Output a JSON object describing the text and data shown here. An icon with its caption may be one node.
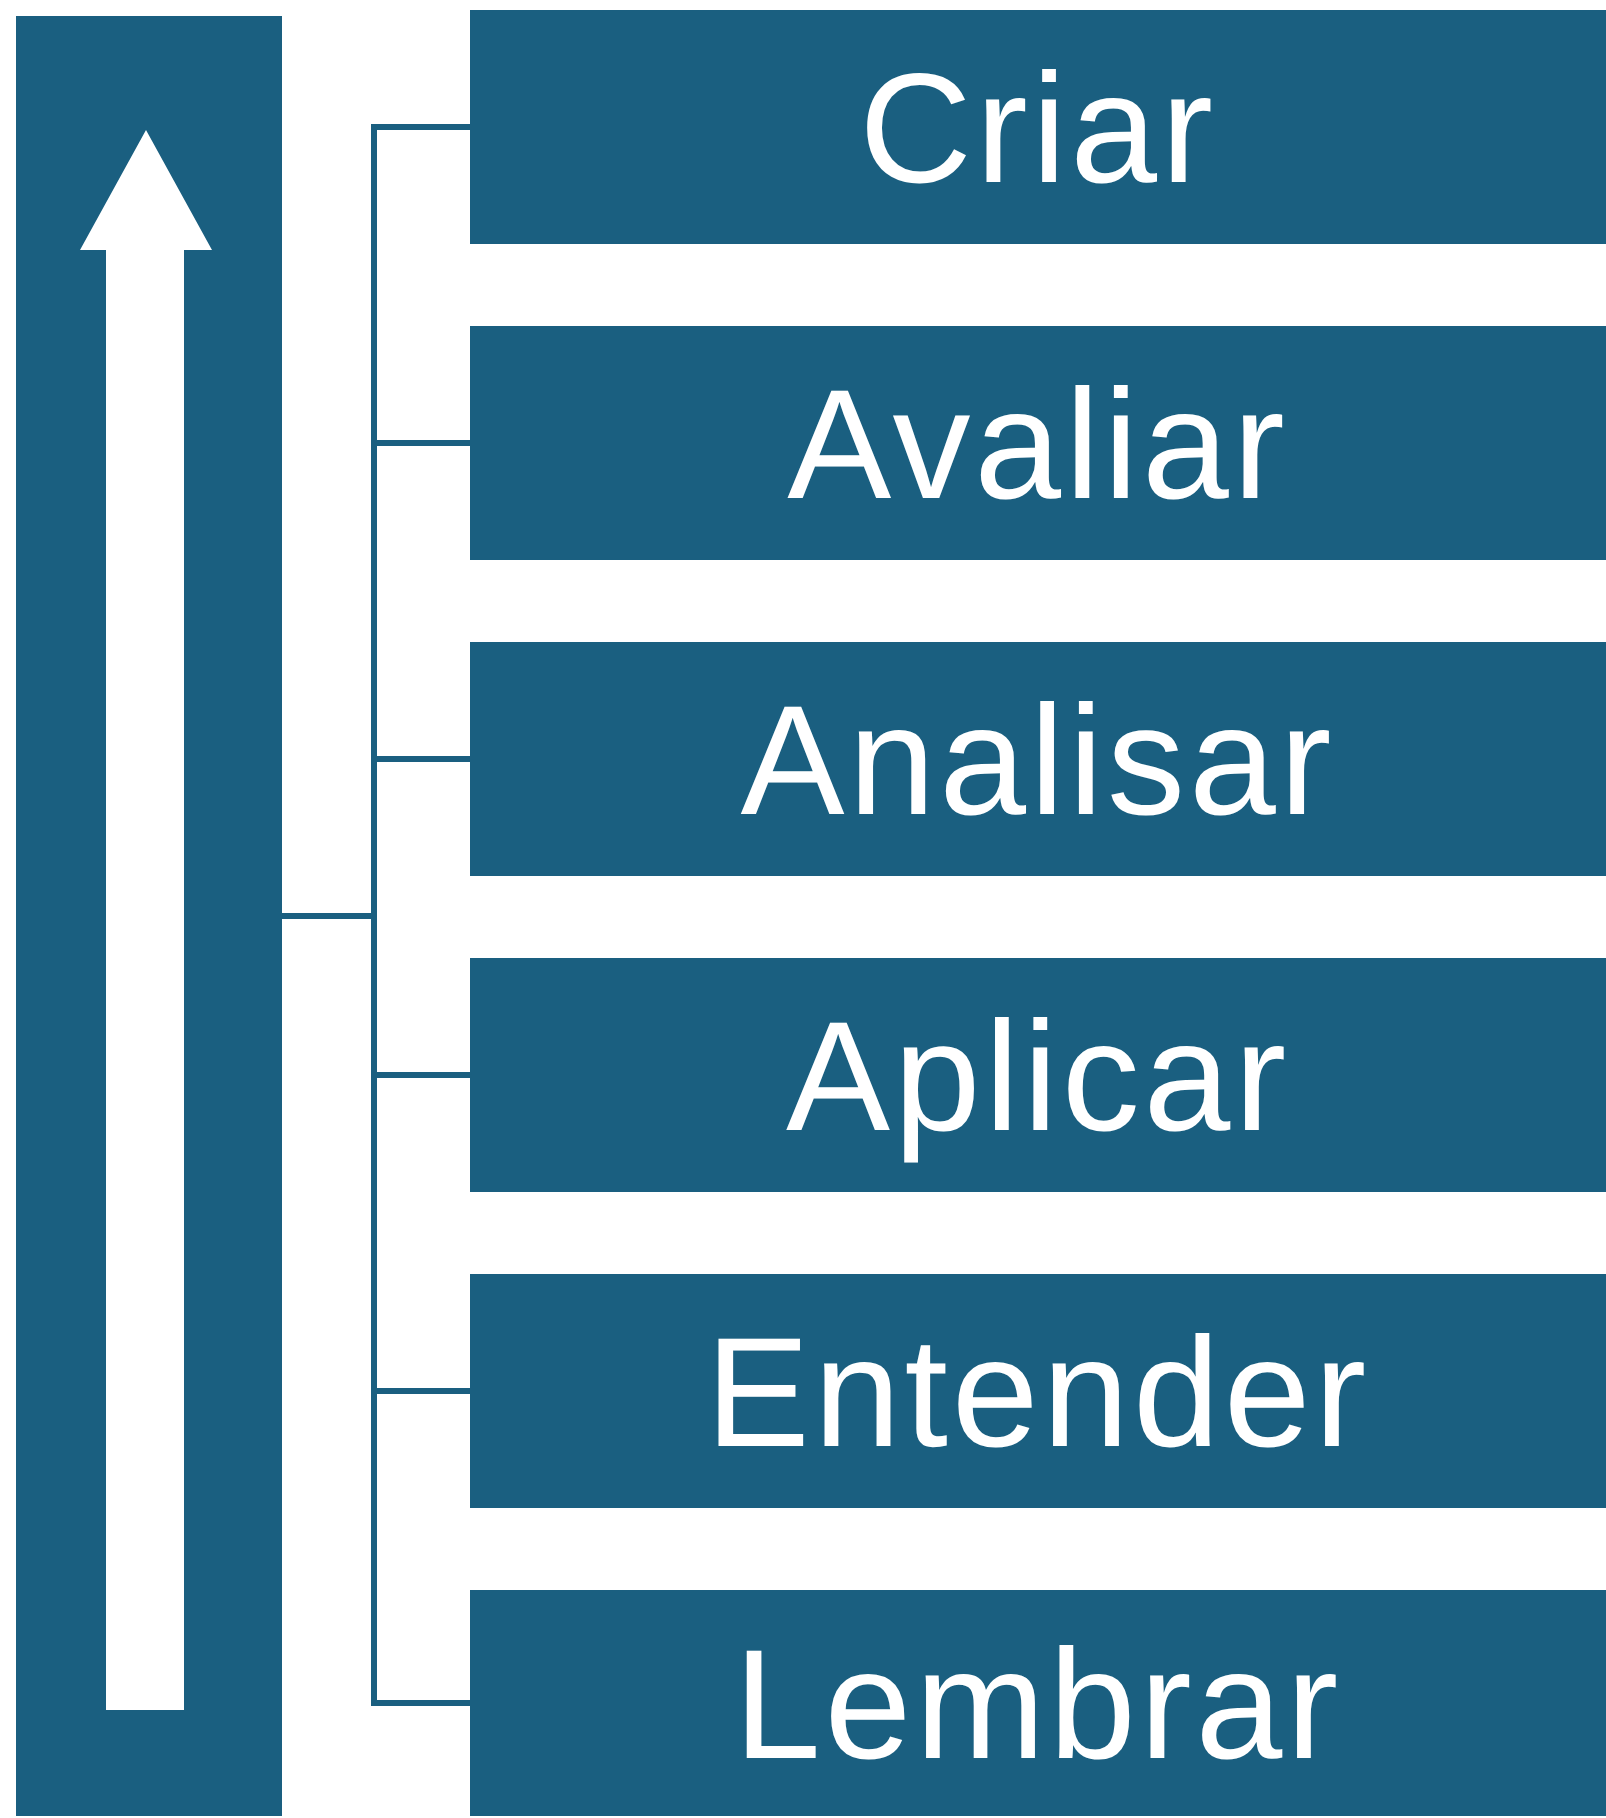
{
  "diagram": {
    "nodes": [
      {
        "text": [],
        "shape": "bar"
      },
      {
        "text": [
          "Criar"
        ]
      },
      {
        "text": [
          "Avaliar"
        ]
      },
      {
        "text": [
          "Analisar"
        ]
      },
      {
        "text": [
          "Aplicar"
        ]
      },
      {
        "text": [
          "Entender"
        ]
      },
      {
        "text": [
          "Lembrar"
        ]
      }
    ],
    "edges": [
      {
        "from": 0,
        "to": 1,
        "arrow": "none"
      },
      {
        "from": 0,
        "to": 2,
        "arrow": "none"
      },
      {
        "from": 0,
        "to": 3,
        "arrow": "none"
      },
      {
        "from": 0,
        "to": 4,
        "arrow": "none"
      },
      {
        "from": 0,
        "to": 5,
        "arrow": "none"
      },
      {
        "from": 0,
        "to": 6,
        "arrow": "none"
      }
    ]
  }
}
